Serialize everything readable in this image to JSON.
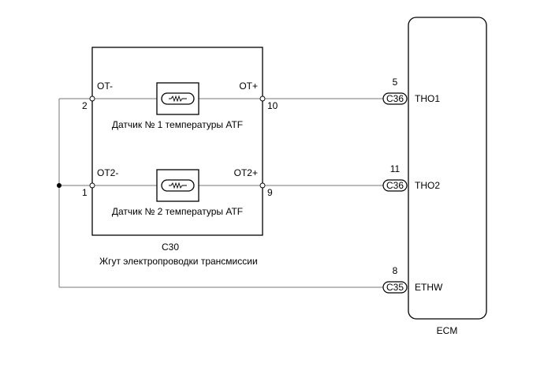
{
  "diagram": {
    "sensor_harness": {
      "connector_id": "C30",
      "caption": "Жгут электропроводки трансмиссии",
      "sensors": [
        {
          "name": "Датчик № 1 температуры ATF",
          "neg_label": "OT-",
          "pos_label": "OT+",
          "neg_pin": "2",
          "pos_pin": "10"
        },
        {
          "name": "Датчик № 2 температуры ATF",
          "neg_label": "OT2-",
          "pos_label": "OT2+",
          "neg_pin": "1",
          "pos_pin": "9"
        }
      ]
    },
    "ecm": {
      "label": "ECM",
      "terminals": [
        {
          "pin": "5",
          "connector": "C36",
          "name": "THO1"
        },
        {
          "pin": "11",
          "connector": "C36",
          "name": "THO2"
        },
        {
          "pin": "8",
          "connector": "C35",
          "name": "ETHW"
        }
      ]
    }
  }
}
